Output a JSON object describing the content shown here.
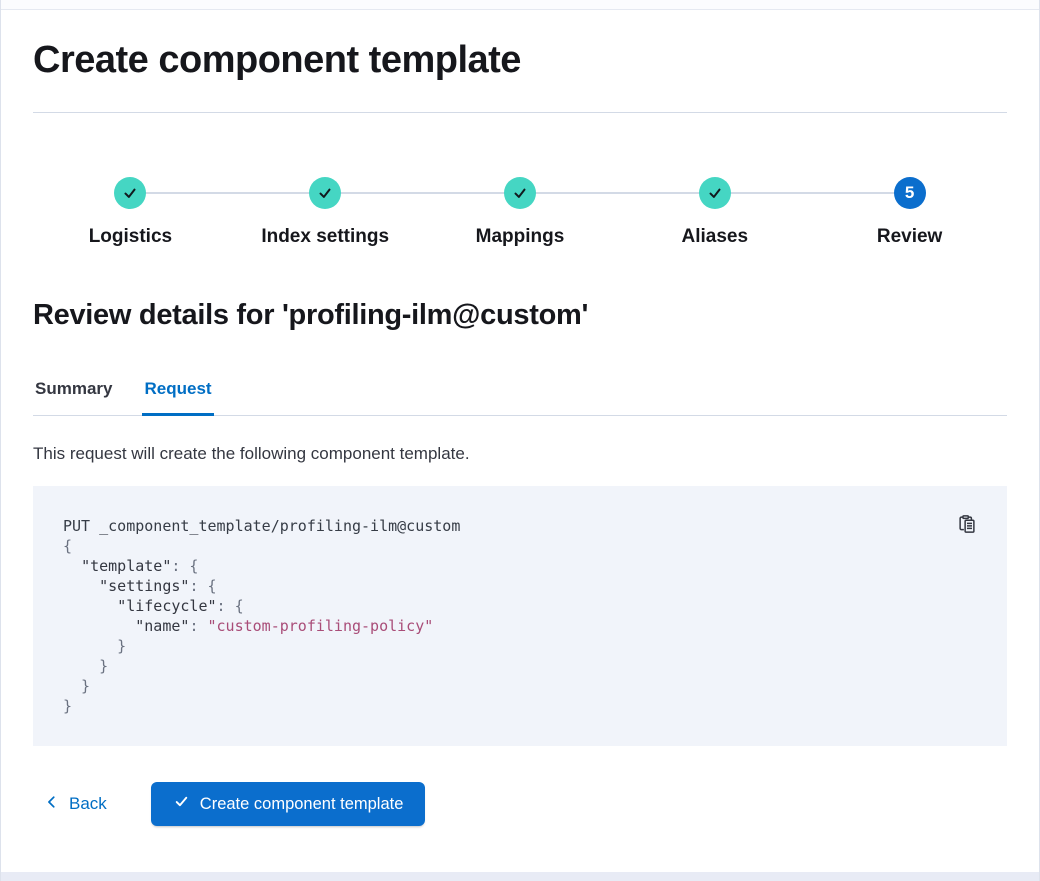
{
  "page": {
    "title": "Create component template"
  },
  "stepper": {
    "steps": [
      {
        "label": "Logistics",
        "status": "complete"
      },
      {
        "label": "Index settings",
        "status": "complete"
      },
      {
        "label": "Mappings",
        "status": "complete"
      },
      {
        "label": "Aliases",
        "status": "complete"
      },
      {
        "label": "Review",
        "status": "current",
        "number": "5"
      }
    ]
  },
  "review": {
    "heading": "Review details for 'profiling-ilm@custom'",
    "tabs": [
      {
        "label": "Summary",
        "selected": false
      },
      {
        "label": "Request",
        "selected": true
      }
    ],
    "description": "This request will create the following component template."
  },
  "code": {
    "copy_icon": "copy-clipboard-icon",
    "lines": [
      [
        [
          "p",
          "PUT _component_template/profiling-ilm@custom"
        ]
      ],
      [
        [
          "g",
          "{"
        ]
      ],
      [
        [
          "g",
          "  "
        ],
        [
          "k",
          "\"template\""
        ],
        [
          "g",
          ": {"
        ]
      ],
      [
        [
          "g",
          "    "
        ],
        [
          "k",
          "\"settings\""
        ],
        [
          "g",
          ": {"
        ]
      ],
      [
        [
          "g",
          "      "
        ],
        [
          "k",
          "\"lifecycle\""
        ],
        [
          "g",
          ": {"
        ]
      ],
      [
        [
          "g",
          "        "
        ],
        [
          "k",
          "\"name\""
        ],
        [
          "g",
          ": "
        ],
        [
          "s",
          "\"custom-profiling-policy\""
        ]
      ],
      [
        [
          "g",
          "      }"
        ]
      ],
      [
        [
          "g",
          "    }"
        ]
      ],
      [
        [
          "g",
          "  }"
        ]
      ],
      [
        [
          "g",
          "}"
        ]
      ]
    ]
  },
  "footer": {
    "back_label": "Back",
    "submit_label": "Create component template"
  },
  "colors": {
    "accent_blue": "#006ec4",
    "button_blue": "#0b6ecd",
    "step_complete_teal": "#45d6c3",
    "step_current_blue": "#0b6ecd",
    "code_bg": "#f1f4fa",
    "code_string": "#a94d78",
    "divider": "#d3dae6"
  }
}
